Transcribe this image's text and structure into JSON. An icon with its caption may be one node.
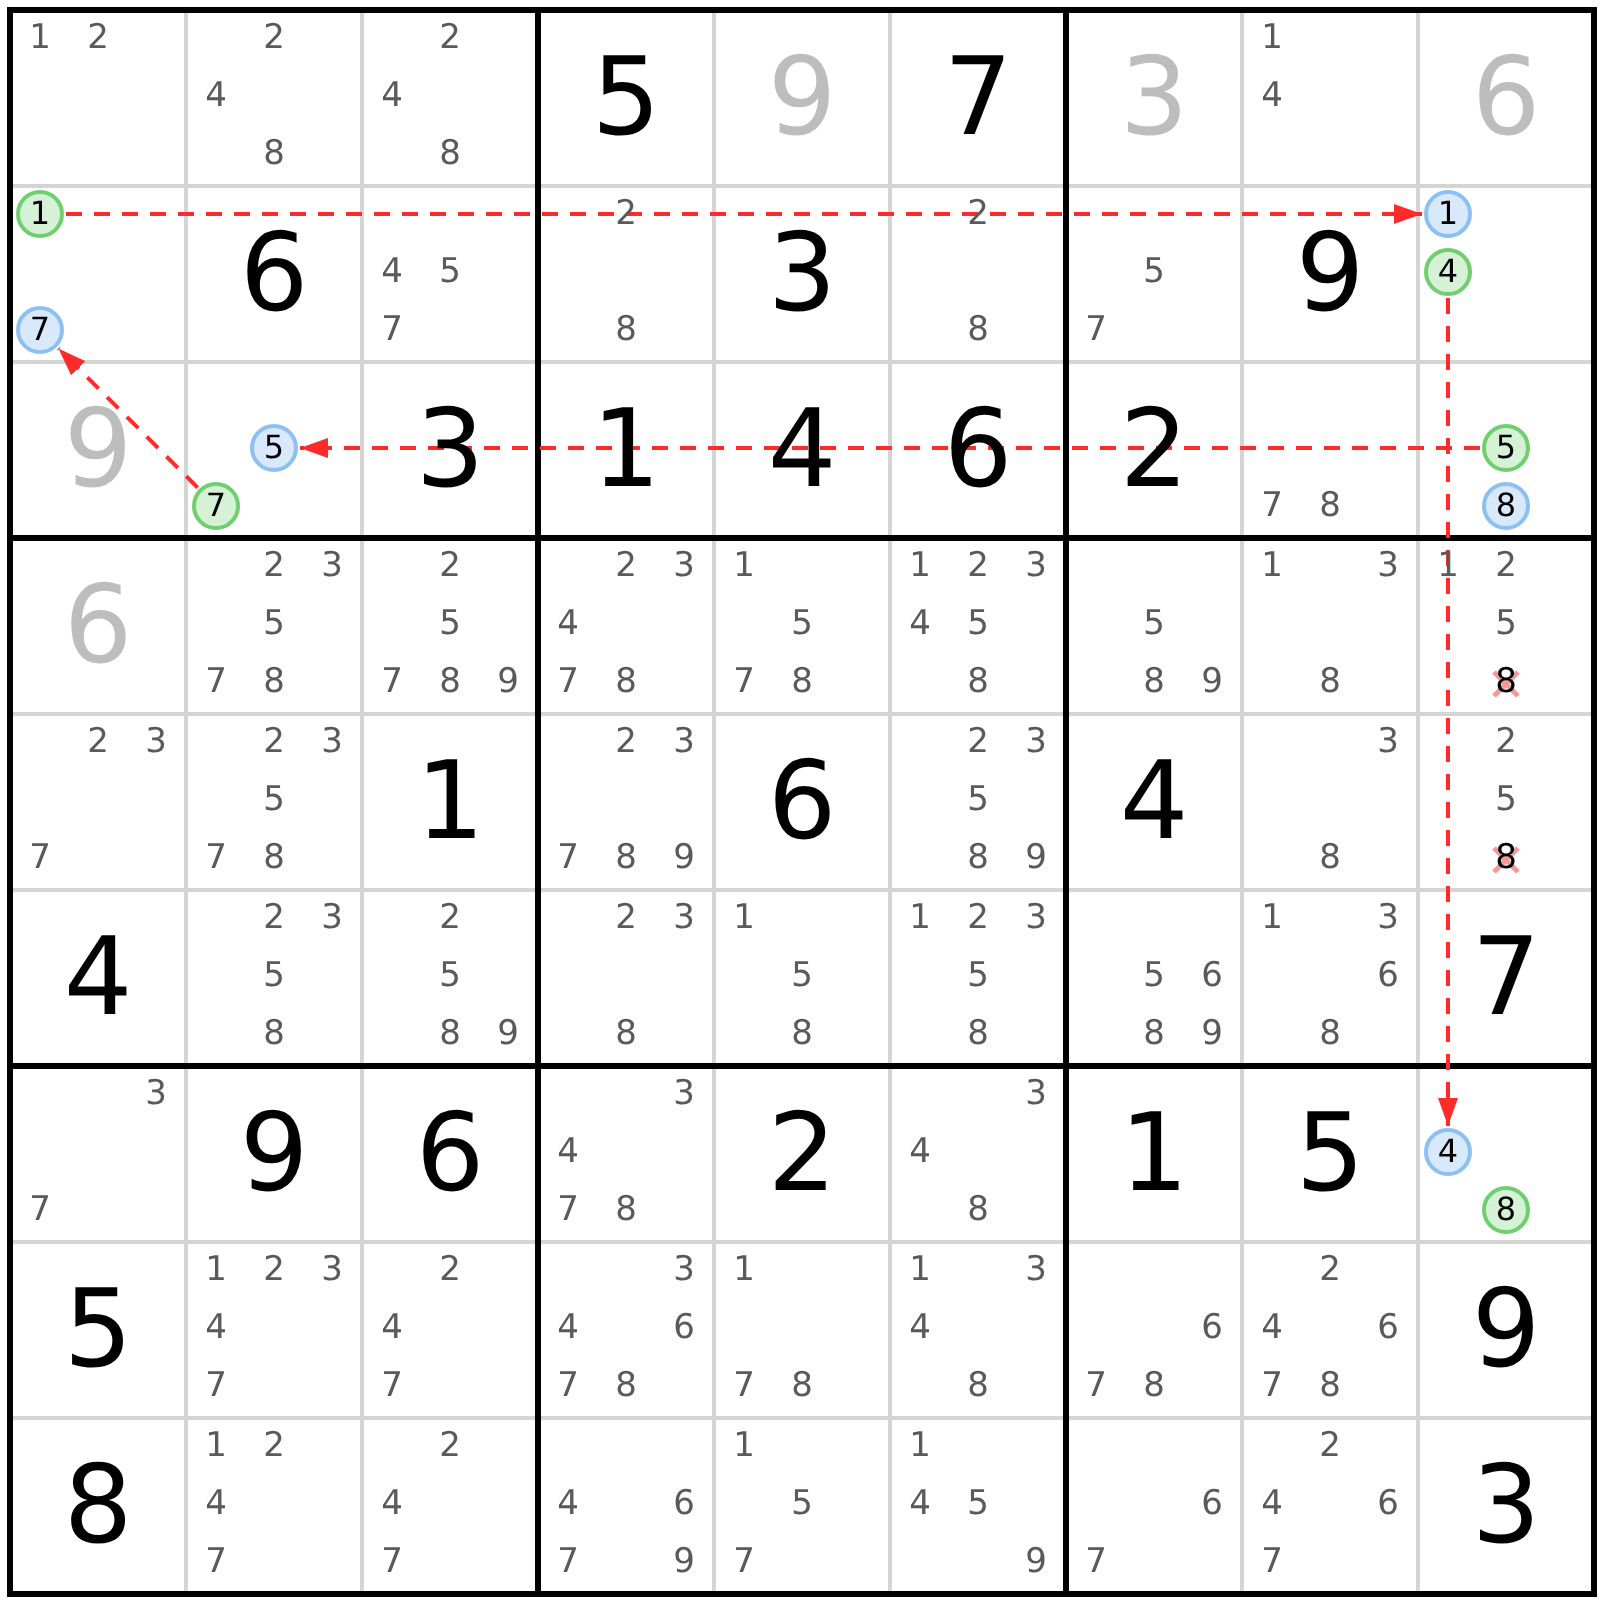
{
  "diagram": {
    "nodes": [
      {
        "text": [
          "1"
        ]
      },
      {
        "text": [
          "7"
        ]
      },
      {
        "text": [
          "1"
        ]
      },
      {
        "text": [
          "4"
        ]
      },
      {
        "text": [
          "5"
        ]
      },
      {
        "text": [
          "7"
        ]
      },
      {
        "text": [
          "5"
        ]
      },
      {
        "text": [
          "8"
        ]
      },
      {
        "text": [
          "4"
        ]
      },
      {
        "text": [
          "8"
        ]
      }
    ],
    "edges": [
      {
        "from": 0,
        "to": 2,
        "arrow": "to",
        "style": "dashed"
      },
      {
        "from": 3,
        "to": 8,
        "arrow": "to",
        "style": "dashed"
      },
      {
        "from": 6,
        "to": 4,
        "arrow": "to",
        "style": "dashed"
      },
      {
        "from": 5,
        "to": 1,
        "arrow": "to",
        "style": "dashed"
      }
    ],
    "labels": [
      "1",
      "2",
      "2",
      "4",
      "8",
      "2",
      "4",
      "8",
      "5",
      "9",
      "7",
      "3",
      "1",
      "4",
      "6",
      "6",
      "4",
      "5",
      "7",
      "2",
      "8",
      "3",
      "2",
      "8",
      "5",
      "7",
      "9",
      "9",
      "3",
      "1",
      "4",
      "6",
      "2",
      "7",
      "8",
      "6",
      "2",
      "3",
      "5",
      "7",
      "8",
      "2",
      "5",
      "7",
      "8",
      "9",
      "2",
      "3",
      "4",
      "7",
      "8",
      "1",
      "5",
      "7",
      "8",
      "1",
      "2",
      "3",
      "4",
      "5",
      "8",
      "5",
      "8",
      "9",
      "1",
      "3",
      "8",
      "1",
      "2",
      "5",
      "8",
      "2",
      "3",
      "7",
      "2",
      "3",
      "5",
      "7",
      "8",
      "1",
      "2",
      "3",
      "7",
      "8",
      "9",
      "6",
      "2",
      "3",
      "5",
      "8",
      "9",
      "4",
      "3",
      "8",
      "2",
      "5",
      "8",
      "4",
      "2",
      "3",
      "5",
      "8",
      "2",
      "5",
      "8",
      "9",
      "2",
      "3",
      "8",
      "1",
      "5",
      "8",
      "1",
      "2",
      "3",
      "5",
      "8",
      "5",
      "6",
      "8",
      "9",
      "1",
      "3",
      "6",
      "8",
      "7",
      "3",
      "7",
      "9",
      "6",
      "3",
      "4",
      "7",
      "8",
      "2",
      "3",
      "4",
      "8",
      "1",
      "5",
      "5",
      "1",
      "2",
      "3",
      "4",
      "7",
      "2",
      "4",
      "7",
      "3",
      "4",
      "6",
      "7",
      "8",
      "1",
      "7",
      "8",
      "1",
      "3",
      "4",
      "8",
      "6",
      "7",
      "8",
      "2",
      "4",
      "6",
      "7",
      "8",
      "9",
      "8",
      "1",
      "2",
      "4",
      "7",
      "2",
      "4",
      "7",
      "4",
      "6",
      "7",
      "9",
      "1",
      "5",
      "7",
      "1",
      "4",
      "5",
      "9",
      "6",
      "7",
      "2",
      "4",
      "6",
      "7",
      "3"
    ]
  }
}
